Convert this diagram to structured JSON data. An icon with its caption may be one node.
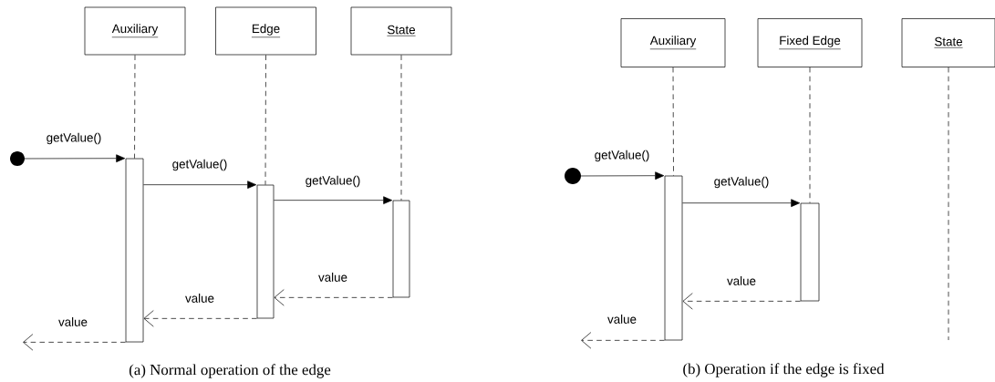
{
  "diagram": {
    "nodes": [
      {
        "text": [
          "Auxiliary"
        ]
      },
      {
        "text": [
          "Edge"
        ]
      },
      {
        "text": [
          "State"
        ]
      },
      {
        "text": [],
        "shape": "circle"
      },
      {
        "text": [],
        "shape": "bar"
      },
      {
        "text": [],
        "shape": "bar"
      },
      {
        "text": [],
        "shape": "bar"
      },
      {
        "text": [
          "Auxiliary"
        ]
      },
      {
        "text": [
          "Fixed Edge"
        ]
      },
      {
        "text": [
          "State"
        ]
      },
      {
        "text": [],
        "shape": "circle"
      },
      {
        "text": [],
        "shape": "bar"
      },
      {
        "text": [],
        "shape": "bar"
      }
    ],
    "edges": [
      {
        "from": 0,
        "to": 4,
        "arrow": "none",
        "style": "dashed"
      },
      {
        "from": 1,
        "to": 5,
        "arrow": "none",
        "style": "dashed"
      },
      {
        "from": 2,
        "to": 6,
        "arrow": "none",
        "style": "dashed"
      },
      {
        "from": 3,
        "to": 4,
        "arrow": "to",
        "label": "getValue()"
      },
      {
        "from": 4,
        "to": 5,
        "arrow": "to",
        "label": "getValue()"
      },
      {
        "from": 5,
        "to": 6,
        "arrow": "to",
        "label": "getValue()"
      },
      {
        "from": 6,
        "to": 5,
        "arrow": "to",
        "label": "value",
        "style": "dashed"
      },
      {
        "from": 5,
        "to": 4,
        "arrow": "to",
        "label": "value",
        "style": "dashed"
      },
      {
        "from": 4,
        "to": null,
        "arrow": "to",
        "label": "value",
        "style": "dashed"
      },
      {
        "from": 7,
        "to": 11,
        "arrow": "none",
        "style": "dashed"
      },
      {
        "from": 8,
        "to": 12,
        "arrow": "none",
        "style": "dashed"
      },
      {
        "from": 9,
        "to": null,
        "arrow": "none",
        "style": "dashed"
      },
      {
        "from": 10,
        "to": 11,
        "arrow": "to",
        "label": "getValue()"
      },
      {
        "from": 11,
        "to": 12,
        "arrow": "to",
        "label": "getValue()"
      },
      {
        "from": 12,
        "to": 11,
        "arrow": "to",
        "label": "value",
        "style": "dashed"
      },
      {
        "from": 11,
        "to": null,
        "arrow": "to",
        "label": "value",
        "style": "dashed"
      }
    ],
    "labels": [
      "(a) Normal operation of the edge",
      "(b) Operation if the edge is fixed"
    ]
  }
}
